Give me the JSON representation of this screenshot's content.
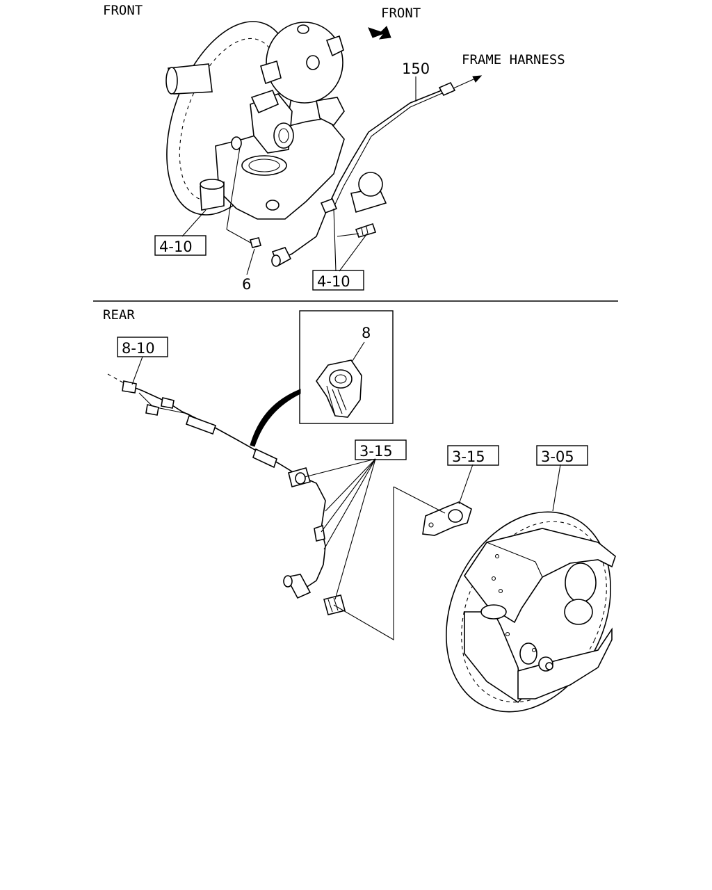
{
  "sections": {
    "front": "FRONT",
    "rear": "REAR"
  },
  "labels": {
    "front_arrow": "FRONT",
    "frame_harness": "FRAME HARNESS"
  },
  "callouts": {
    "front_left_ref": "4-10",
    "front_right_ref": "4-10",
    "part_150": "150",
    "part_6": "6",
    "rear_ref_8_10": "8-10",
    "part_8": "8",
    "rear_ref_3_15_a": "3-15",
    "rear_ref_3_15_b": "3-15",
    "rear_ref_3_05": "3-05"
  }
}
